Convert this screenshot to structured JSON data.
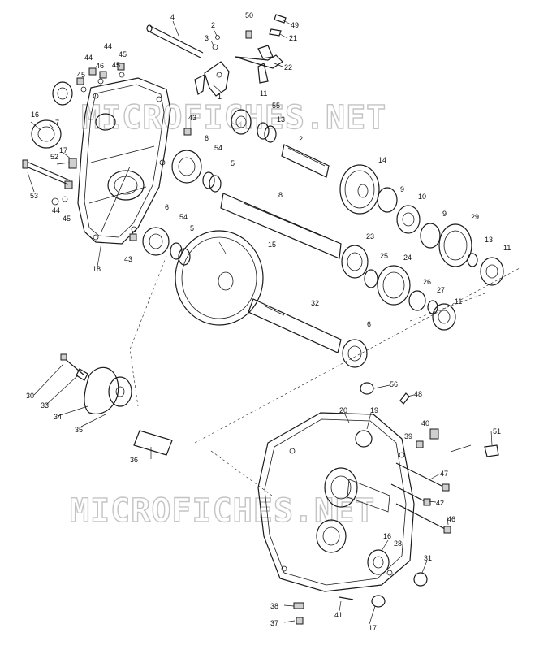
{
  "watermark": "MICROFICHES.NET",
  "callouts": {
    "c2a": "2",
    "c3": "3",
    "c4": "4",
    "c50": "50",
    "c49": "49",
    "c21": "21",
    "c22": "22",
    "c44a": "44",
    "c44b": "44",
    "c45a": "45",
    "c45b": "45",
    "c45c": "45",
    "c46a": "46",
    "c1": "1",
    "c11a": "11",
    "c55": "55",
    "c13a": "13",
    "c16a": "16",
    "c7": "7",
    "c43a": "43",
    "c43b": "43",
    "c6a": "6",
    "c6b": "6",
    "c6c": "6",
    "c54a": "54",
    "c54b": "54",
    "c5a": "5",
    "c5b": "5",
    "c2b": "2",
    "c14": "14",
    "c17a": "17",
    "c52": "52",
    "c53": "53",
    "c44c": "44",
    "c45d": "45",
    "c8": "8",
    "c9a": "9",
    "c9b": "9",
    "c10": "10",
    "c29": "29",
    "c13b": "13",
    "c11b": "11",
    "c11c": "11",
    "c18": "18",
    "c15": "15",
    "c23": "23",
    "c25": "25",
    "c24": "24",
    "c26": "26",
    "c27": "27",
    "c32": "32",
    "c30": "30",
    "c33": "33",
    "c34": "34",
    "c35": "35",
    "c36": "36",
    "c56": "56",
    "c48": "48",
    "c20": "20",
    "c19": "19",
    "c40": "40",
    "c39": "39",
    "c51": "51",
    "c47": "47",
    "c42": "42",
    "c46b": "46",
    "c16b": "16",
    "c28": "28",
    "c31": "31",
    "c41": "41",
    "c38": "38",
    "c37": "37",
    "c17b": "17"
  }
}
